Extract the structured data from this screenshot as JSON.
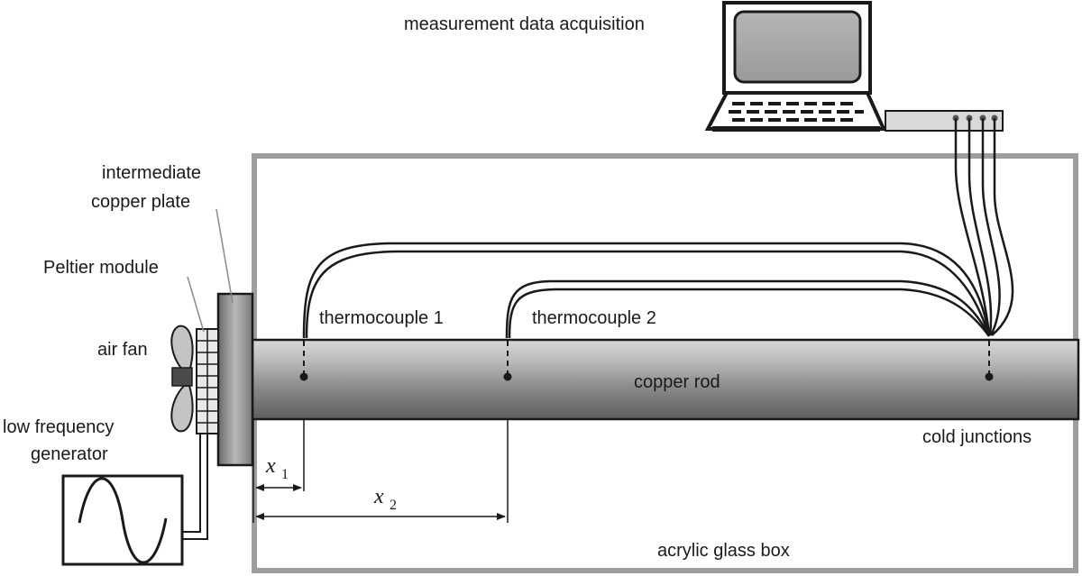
{
  "labels": {
    "measurement": "measurement data acquisition",
    "intermediate_line1": "intermediate",
    "intermediate_line2": "copper plate",
    "peltier": "Peltier module",
    "air_fan": "air fan",
    "low_freq_line1": "low frequency",
    "low_freq_line2": "generator",
    "thermocouple1": "thermocouple 1",
    "thermocouple2": "thermocouple 2",
    "copper_rod": "copper rod",
    "cold_junctions": "cold junctions",
    "acrylic_box": "acrylic glass box",
    "x1_var": "x",
    "x1_sub": "1",
    "x2_var": "x",
    "x2_sub": "2"
  }
}
